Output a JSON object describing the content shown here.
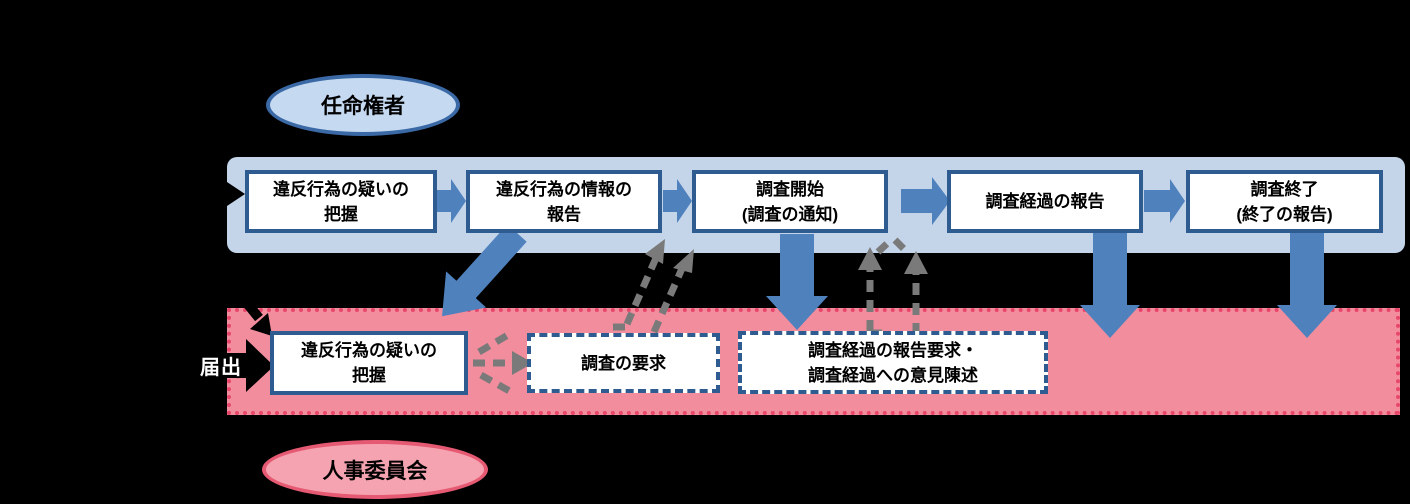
{
  "actors": {
    "appointer": "任命権者",
    "personnel_committee": "人事委員会"
  },
  "labels": {
    "notification": "届出"
  },
  "appointer_lane": {
    "boxes": [
      {
        "line1": "違反行為の疑いの",
        "line2": "把握"
      },
      {
        "line1": "違反行為の情報の",
        "line2": "報告"
      },
      {
        "line1": "調査開始",
        "line2": "(調査の通知)"
      },
      {
        "line1": "調査経過の報告",
        "line2": ""
      },
      {
        "line1": "調査終了",
        "line2": "(終了の報告)"
      }
    ]
  },
  "committee_lane": {
    "boxes": [
      {
        "line1": "違反行為の疑いの",
        "line2": "把握",
        "border": "solid"
      },
      {
        "line1": "調査の要求",
        "line2": "",
        "border": "dashed"
      },
      {
        "line1": "調査経過の報告要求・",
        "line2": "調査経過への意見陳述",
        "border": "dashed"
      }
    ]
  },
  "colors": {
    "appointer_lane_fill": "#c4d5ea",
    "committee_lane_fill": "#f28d9e",
    "committee_lane_border": "#e8476b",
    "box_border_blue": "#2e5c90",
    "solid_arrow_blue": "#4f81bd",
    "dashed_arrow_gray": "#7a7a7a",
    "appointer_ellipse_fill": "#c5d9f1",
    "appointer_ellipse_border": "#3a69a5",
    "committee_ellipse_fill": "#f5a3b1",
    "committee_ellipse_border": "#e55a72",
    "background": "#000000"
  }
}
